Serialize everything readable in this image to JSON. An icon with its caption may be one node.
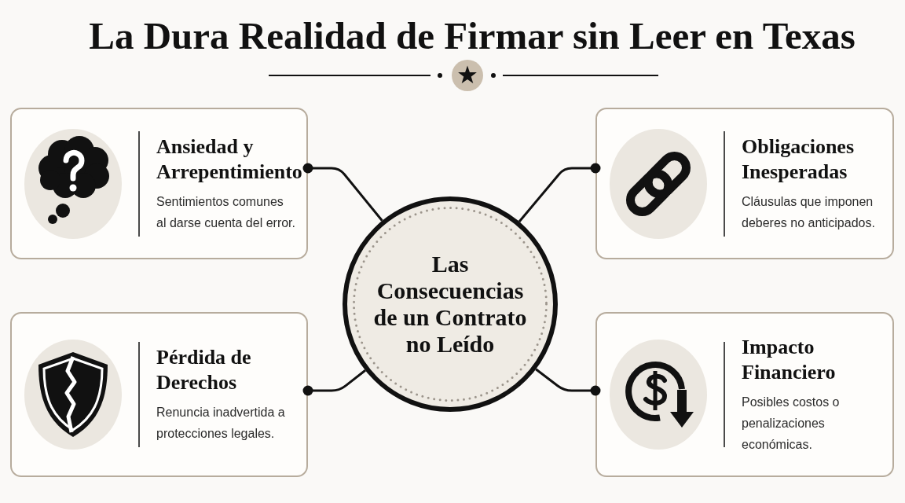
{
  "diagram": {
    "title": "La Dura Realidad de Firmar sin Leer en Texas",
    "nodes": [
      {
        "text": [
          "Ansiedad y Arrepentimiento",
          "Sentimientos comunes al darse cuenta del error."
        ]
      },
      {
        "text": [
          "Obligaciones Inesperadas",
          "Cláusulas que imponen deberes no anticipados."
        ]
      },
      {
        "text": [
          "Las Consecuencias de un Contrato no Leído"
        ]
      },
      {
        "text": [
          "Pérdida de Derechos",
          "Renuncia inadvertida a protecciones legales."
        ]
      },
      {
        "text": [
          "Impacto Financiero",
          "Posibles costos o penalizaciones económicas."
        ]
      }
    ],
    "edges": [
      {
        "from": 2,
        "to": 0,
        "arrow": "other"
      },
      {
        "from": 2,
        "to": 1,
        "arrow": "other"
      },
      {
        "from": 2,
        "to": 3,
        "arrow": "other"
      },
      {
        "from": 2,
        "to": 4,
        "arrow": "other"
      }
    ]
  }
}
